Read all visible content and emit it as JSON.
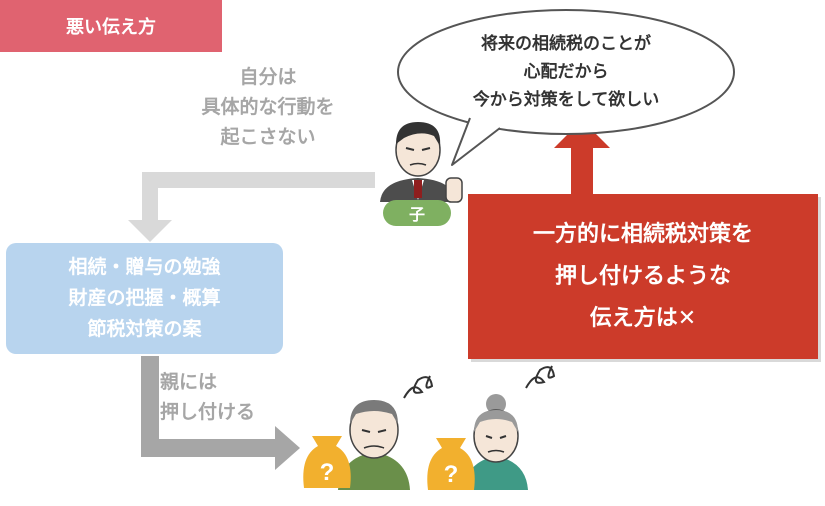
{
  "header": {
    "tag_label": "悪い伝え方"
  },
  "notes": {
    "top": [
      "自分は",
      "具体的な行動を",
      "起こさない"
    ],
    "bottom": [
      "親には",
      "押し付ける"
    ]
  },
  "blue_box": {
    "lines": [
      "相続・贈与の勉強",
      "財産の把握・概算",
      "節税対策の案"
    ]
  },
  "speech_bubble": {
    "lines": [
      "将来の相続税のことが",
      "心配だから",
      "今から対策をして欲しい"
    ]
  },
  "child_label": "子",
  "red_box": {
    "lines": [
      "一方的に相続税対策を",
      "押し付けるような",
      "伝え方は✕"
    ]
  },
  "colors": {
    "tag": "#e06370",
    "blue_box": "#b8d4ee",
    "red_box": "#cc3b2a",
    "arrow_gray": "#bfbfbf",
    "child_green": "#7fb061",
    "money_bag": "#f2b02e"
  },
  "icons": [
    "person-child-icon",
    "father-icon",
    "mother-icon",
    "money-bag-icon",
    "question-mark-icon",
    "scribble-worry-icon"
  ]
}
